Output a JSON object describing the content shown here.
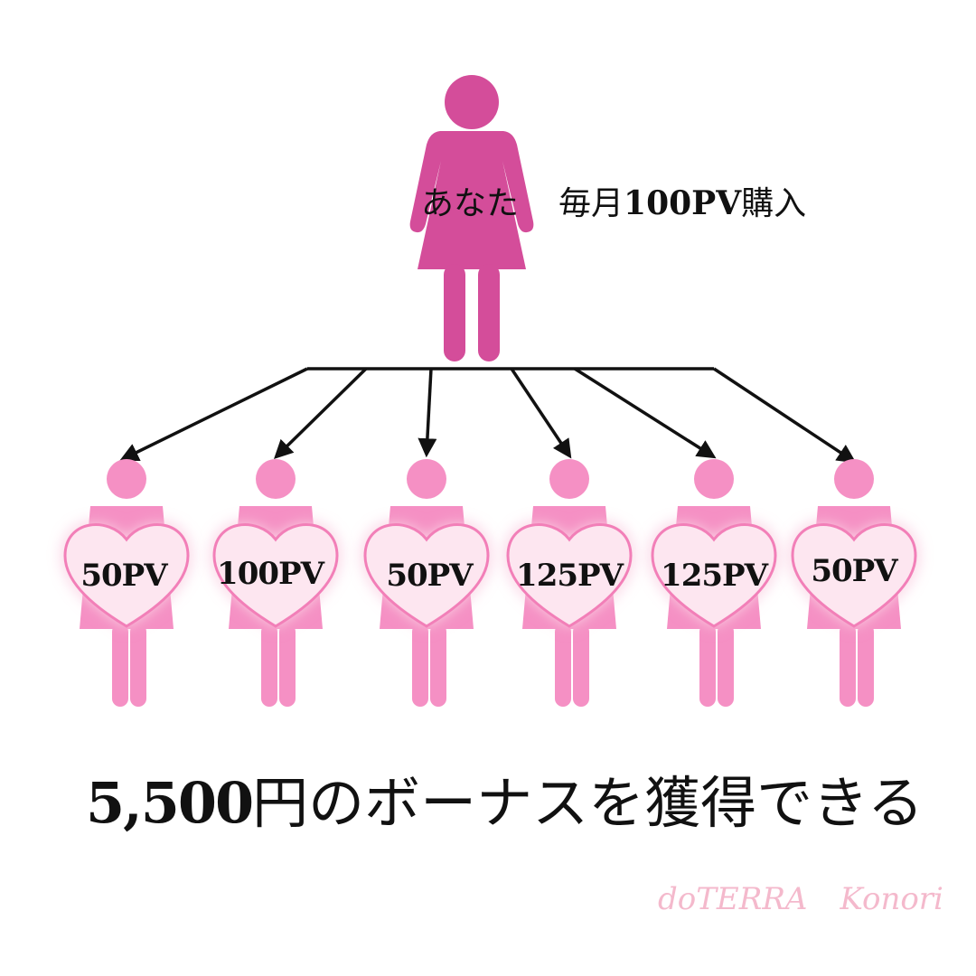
{
  "top_person": {
    "label": "あなた",
    "purchase_prefix": "毎月",
    "purchase_amount": "100PV",
    "purchase_suffix": "購入"
  },
  "downline": [
    {
      "pv": "50PV"
    },
    {
      "pv": "100PV"
    },
    {
      "pv": "50PV"
    },
    {
      "pv": "125PV"
    },
    {
      "pv": "125PV"
    },
    {
      "pv": "50PV"
    }
  ],
  "bonus": {
    "amount": "5,500",
    "text": "円のボーナスを獲得できる"
  },
  "credit": {
    "brand": "doTERRA",
    "name": "Konori"
  },
  "colors": {
    "top_person": "#d44d9a",
    "downline_person": "#f590c4",
    "heart_fill": "#fde6f0",
    "heart_glow": "#f27fb8",
    "arrows": "#111111",
    "credit": "#f4b9cc"
  }
}
